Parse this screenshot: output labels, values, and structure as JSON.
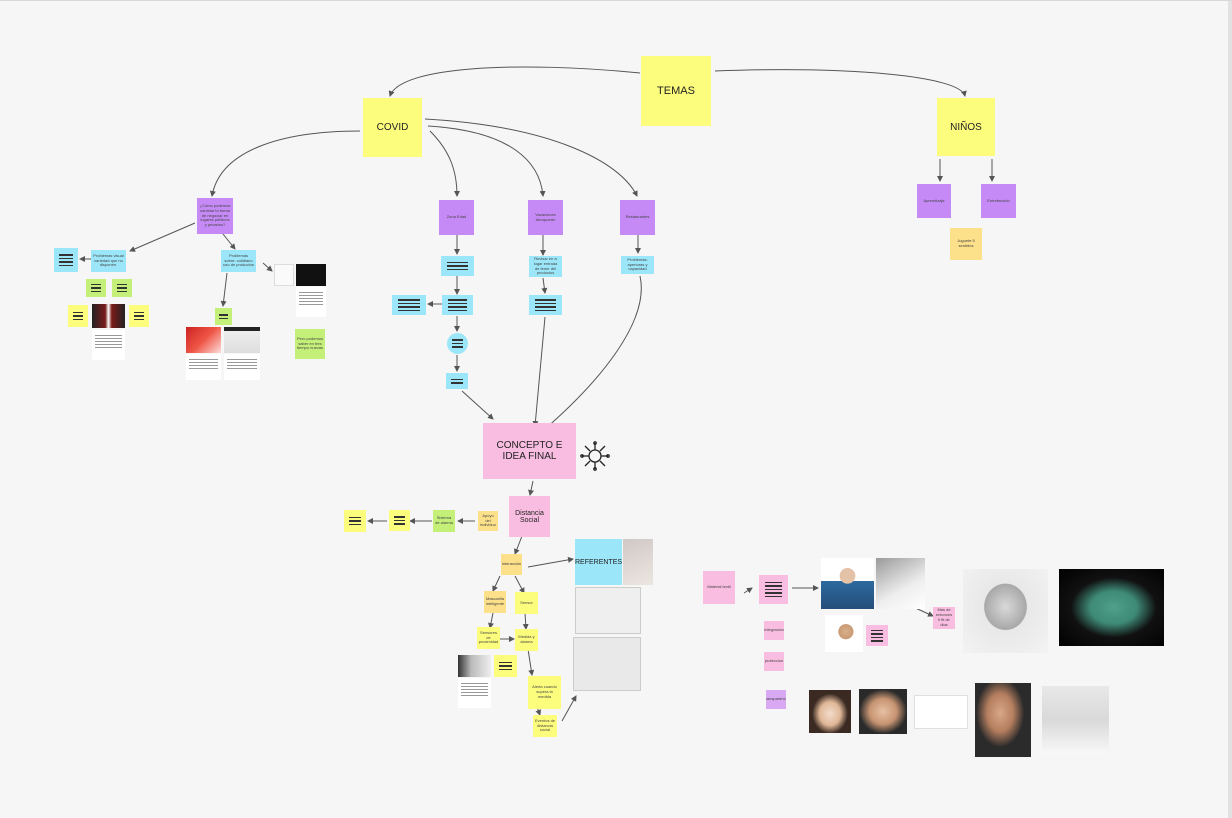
{
  "board": {
    "main_title": "TEMAS",
    "covid": "COVID",
    "ninos": "NIÑOS",
    "final": "CONCEPTO E IDEA FINAL",
    "distancia": "Distancia Social",
    "referentes": "REFERENTES"
  },
  "covid_branch": {
    "question": "¿Cómo podemos cambiar la forma de negociar en lugares públicos y privados?",
    "left_note": "Problemas visual variedad que no disponen.",
    "mid_note": "Problemas sobre: cotidiano uso de productos",
    "green_note": "Pero podemos saber en tres tiempo nuevas",
    "zona": "Zona Edad",
    "vacaciones": "Vacaciones Aeropuerto",
    "restaurantes": "Restaurantes",
    "rest_note": "Problemas: aperturas y capacidad",
    "vac_note": "Revisar en a lugar entrada de tener del productos"
  },
  "ninos_branch": {
    "aprendizaje": "Aprendizaje",
    "entretencion": "Entretención",
    "juguete": "Juguete 5 sentidos"
  },
  "distancia_branch": {
    "orange_main": "Interacción",
    "mascarilla": "Mascarilla inteligente",
    "sensor": "Sensor",
    "sensor_prox": "Sensores de proximidad",
    "medida": "Medida y alarma",
    "nota_a": "Apoyo del individuo",
    "nota_b": "Sistema de alarma",
    "nota_c": "Alerta cuando supera la medida",
    "nota_d": "Eventos de distancia social"
  },
  "material": {
    "titulo": "Material textil",
    "nota": "Mas de entonces ll fit de dios",
    "item1": "Integracion",
    "item2": "proteccion",
    "item3": "Transparencia"
  }
}
